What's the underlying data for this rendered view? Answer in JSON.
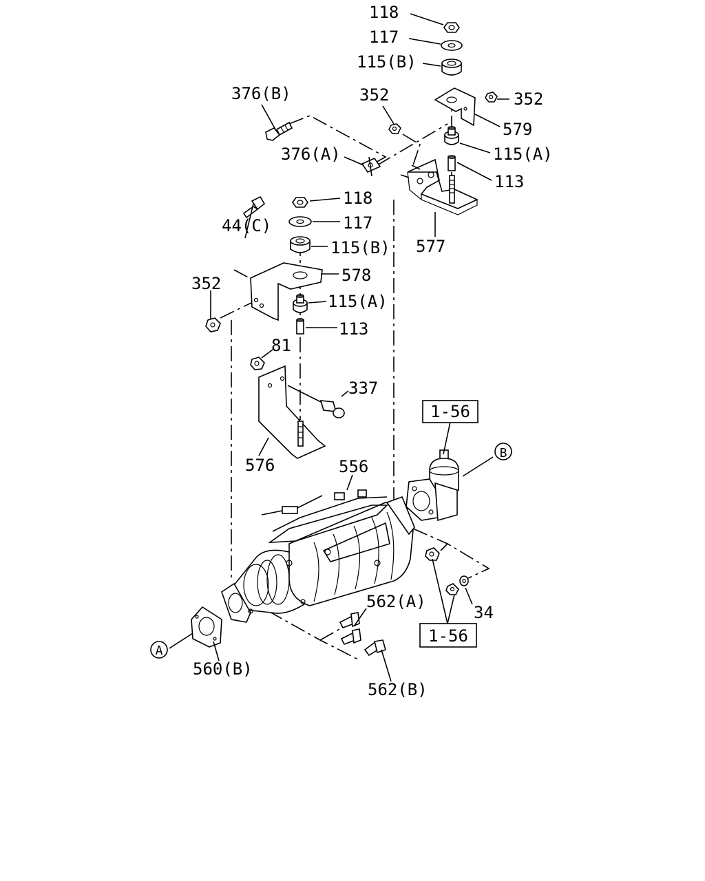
{
  "labels": {
    "p118_top": "118",
    "p117_top": "117",
    "p115b_top": "115(B)",
    "p352_right": "352",
    "p579": "579",
    "p115a_top": "115(A)",
    "p113_top": "113",
    "p577": "577",
    "p376b": "376(B)",
    "p352_mid": "352",
    "p376a": "376(A)",
    "p118_mid": "118",
    "p117_mid": "117",
    "p44c": "44(C)",
    "p115b_mid": "115(B)",
    "p578": "578",
    "p352_left": "352",
    "p115a_mid": "115(A)",
    "p113_mid": "113",
    "p81": "81",
    "p337": "337",
    "p576": "576",
    "p556": "556",
    "ref_box_top": "1-56",
    "ref_box_bottom": "1-56",
    "circle_b": "B",
    "circle_a": "A",
    "p562a": "562(A)",
    "p34": "34",
    "p560b": "560(B)",
    "p562b": "562(B)"
  }
}
